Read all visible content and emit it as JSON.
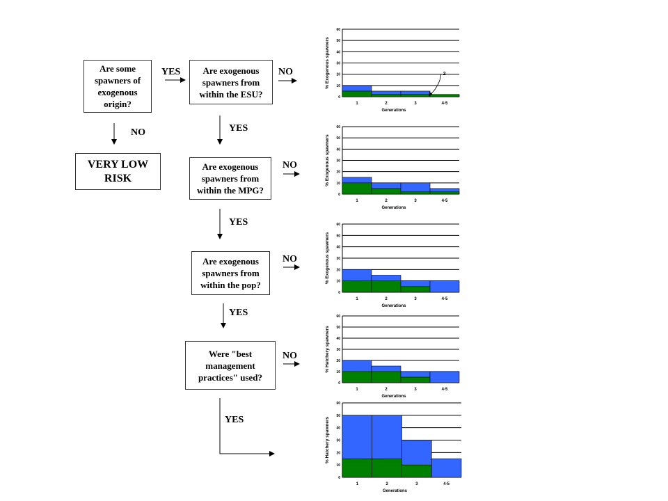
{
  "flow": {
    "q1": "Are some\nspawners of\nexogenous\norigin?",
    "q2": "Are exogenous\nspawners from\nwithin the ESU?",
    "q3": "Are exogenous\nspawners from\nwithin the MPG?",
    "q4": "Are exogenous\nspawners from\nwithin the pop?",
    "q5": "Were \"best\nmanagement\npractices\" used?",
    "low_risk": "VERY LOW\nRISK",
    "yes": "YES",
    "no": "NO"
  },
  "colors": {
    "blue": "#3366ff",
    "green": "#008000",
    "grid": "#000000"
  },
  "chart_data": [
    {
      "type": "bar",
      "ylabel": "% Exogenous spawners",
      "xlabel": "Generations",
      "categories": [
        "1",
        "2",
        "3",
        "4-5"
      ],
      "ylim": [
        0,
        60
      ],
      "yticks": [
        0,
        10,
        20,
        30,
        40,
        50,
        60
      ],
      "series": [
        {
          "values": [
            10,
            5,
            5,
            2
          ]
        },
        {
          "values": [
            5,
            2,
            2,
            2
          ]
        }
      ],
      "annotation": "2"
    },
    {
      "type": "bar",
      "ylabel": "% Exogenous spawners",
      "xlabel": "Generations",
      "categories": [
        "1",
        "2",
        "3",
        "4-5"
      ],
      "ylim": [
        0,
        60
      ],
      "yticks": [
        0,
        10,
        20,
        30,
        40,
        50,
        60
      ],
      "series": [
        {
          "values": [
            15,
            10,
            10,
            5
          ]
        },
        {
          "values": [
            10,
            5,
            2,
            2
          ]
        }
      ]
    },
    {
      "type": "bar",
      "ylabel": "% Exogenous spawners",
      "xlabel": "Generations",
      "categories": [
        "1",
        "2",
        "3",
        "4-5"
      ],
      "ylim": [
        0,
        60
      ],
      "yticks": [
        0,
        10,
        20,
        30,
        40,
        50,
        60
      ],
      "series": [
        {
          "values": [
            20,
            15,
            10,
            10
          ]
        },
        {
          "values": [
            10,
            10,
            5,
            0
          ]
        }
      ]
    },
    {
      "type": "bar",
      "ylabel": "% Hatchery spawners",
      "xlabel": "Generations",
      "categories": [
        "1",
        "2",
        "3",
        "4-5"
      ],
      "ylim": [
        0,
        60
      ],
      "yticks": [
        0,
        10,
        20,
        30,
        40,
        50,
        60
      ],
      "series": [
        {
          "values": [
            20,
            15,
            10,
            10
          ]
        },
        {
          "values": [
            10,
            10,
            5,
            0
          ]
        }
      ]
    },
    {
      "type": "bar",
      "ylabel": "% Hatchery spawners",
      "xlabel": "Generations",
      "categories": [
        "1",
        "2",
        "3",
        "4-5"
      ],
      "ylim": [
        0,
        60
      ],
      "yticks": [
        0,
        10,
        20,
        30,
        40,
        50,
        60
      ],
      "series": [
        {
          "values": [
            50,
            50,
            30,
            15
          ]
        },
        {
          "values": [
            15,
            15,
            10,
            0
          ]
        }
      ]
    }
  ]
}
